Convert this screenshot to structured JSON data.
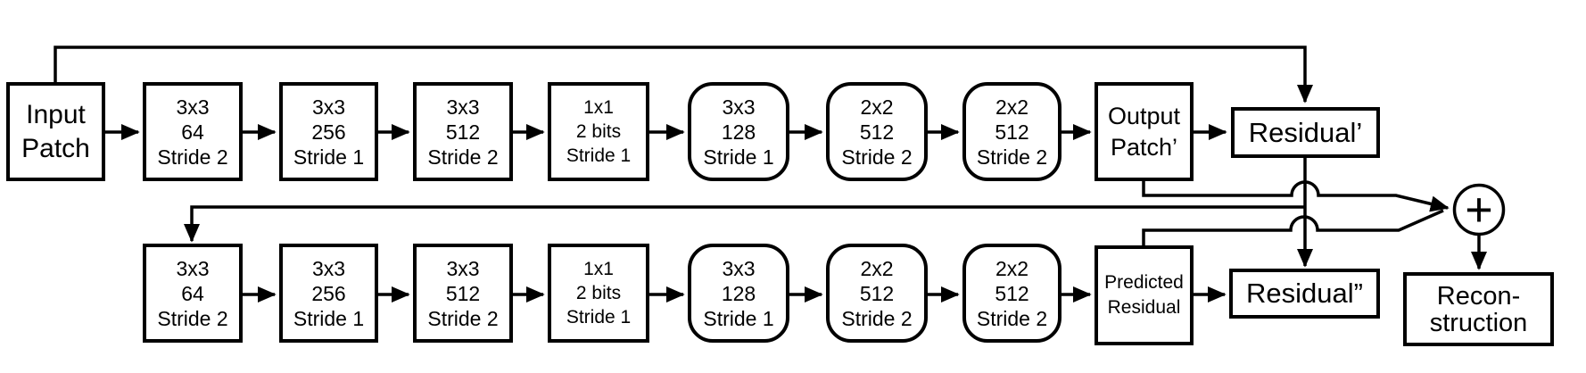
{
  "colors": {
    "stroke": "#000000",
    "background": "#ffffff",
    "text": "#000000"
  },
  "pipeline_top": {
    "input_box": {
      "line1": "Input",
      "line2": "Patch"
    },
    "blocks": [
      {
        "lines": [
          "3x3",
          "64",
          "Stride 2"
        ]
      },
      {
        "lines": [
          "3x3",
          "256",
          "Stride 1"
        ]
      },
      {
        "lines": [
          "3x3",
          "512",
          "Stride 2"
        ]
      },
      {
        "lines": [
          "1x1",
          "2 bits",
          "Stride 1"
        ]
      },
      {
        "lines": [
          "3x3",
          "128",
          "Stride 1"
        ]
      },
      {
        "lines": [
          "2x2",
          "512",
          "Stride 2"
        ]
      },
      {
        "lines": [
          "2x2",
          "512",
          "Stride 2"
        ]
      }
    ],
    "output_box": {
      "line1": "Output",
      "line2": "Patch’"
    },
    "residual_box": {
      "label": "Residual’"
    }
  },
  "pipeline_bottom": {
    "blocks": [
      {
        "lines": [
          "3x3",
          "64",
          "Stride 2"
        ]
      },
      {
        "lines": [
          "3x3",
          "256",
          "Stride 1"
        ]
      },
      {
        "lines": [
          "3x3",
          "512",
          "Stride 2"
        ]
      },
      {
        "lines": [
          "1x1",
          "2 bits",
          "Stride 1"
        ]
      },
      {
        "lines": [
          "3x3",
          "128",
          "Stride 1"
        ]
      },
      {
        "lines": [
          "2x2",
          "512",
          "Stride 2"
        ]
      },
      {
        "lines": [
          "2x2",
          "512",
          "Stride 2"
        ]
      }
    ],
    "predicted_residual_box": {
      "line1": "Predicted",
      "line2": "Residual"
    },
    "residual_box": {
      "label": "Residual”"
    }
  },
  "sum_node": {
    "symbol": "+"
  },
  "reconstruction_box": {
    "line1": "Recon-",
    "line2": "struction"
  }
}
